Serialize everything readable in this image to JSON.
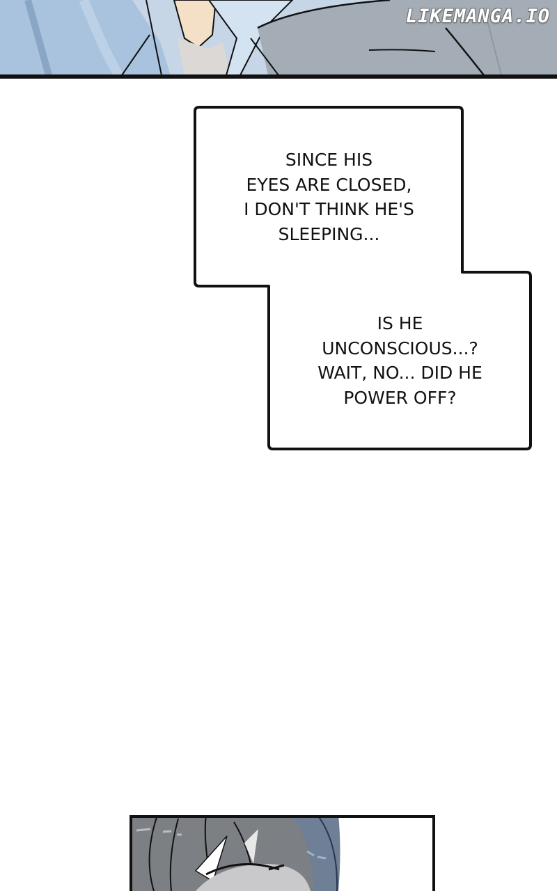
{
  "watermark": "LIKEMANGA.IO",
  "bubbles": [
    {
      "lines": [
        "SINCE HIS",
        "EYES ARE CLOSED,",
        "I DON'T THINK HE'S",
        "SLEEPING..."
      ]
    },
    {
      "lines": [
        "IS HE",
        "UNCONSCIOUS...?",
        "WAIT, NO... DID HE",
        "POWER OFF?"
      ]
    }
  ],
  "colors": {
    "panel_blue": "#a9c2de",
    "panel_grey": "#a4adb6",
    "hair_grey": "#7c7f83",
    "skin": "#f4dfc7",
    "ink": "#111111"
  }
}
